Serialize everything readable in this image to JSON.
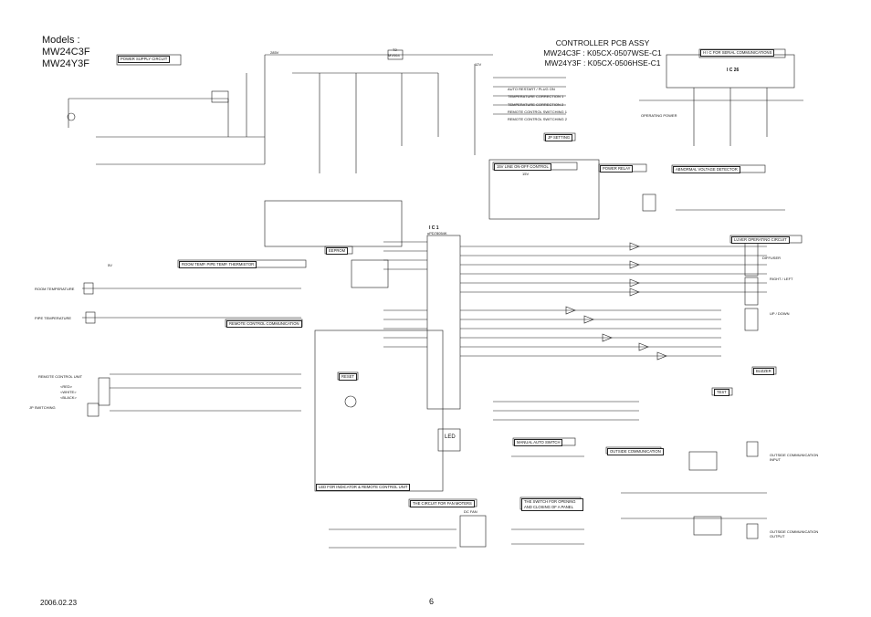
{
  "models": {
    "heading": "Models :",
    "m1": "MW24C3F",
    "m2": "MW24Y3F"
  },
  "header": {
    "title": "CONTROLLER PCB ASSY",
    "line1": "MW24C3F : K05CX-0507WSE-C1",
    "line2": "MW24Y3F : K05CX-0506HSE-C1"
  },
  "blocks": {
    "power_supply": "POWER SUPPLY CIRCUIT",
    "hic_serial": "H I C FOR SERIAL COMMUNICATIONS",
    "jp_setting": "JP SETTING",
    "on_off_control": "15V LINE ON-OFF CONTROL",
    "power_relay": "POWER RELAY",
    "abnormal_voltage": "ABNORMAL VOLTAGE DETECTOR",
    "eeprom": "EEPROM",
    "louver": "LUVER OPERATING CIRCUIT",
    "room_temp_thermistor": "ROOM TEMP. PIPE TEMP. THERMISTOR",
    "remote_comm": "REMOTE CONTROL COMMUNICATION",
    "reset": "RESET",
    "test": "TEST",
    "buzzer": "BUZZER",
    "manual_auto": "MANUAL AUTO SWITCH",
    "outside_comm": "OUTSIDE COMMUNICATION",
    "led_indicator": "LED FOR INDICATOR & REMOTE CONTROL UNIT",
    "fan_motors": "THE CIRCUIT FOR FAN MOTERS",
    "panel_switch": "THE SWITCH FOR OPENING AND CLOSING OF A PANEL"
  },
  "labels": {
    "room_temperature": "ROOM TEMPERATURE",
    "pipe_temperature": "PIPE TEMPERATURE",
    "remote_control_unit": "REMOTE CONTROL UNIT",
    "red": "<RED>",
    "white": "<WHITE>",
    "black": "<BLACK>",
    "jp_switching": "JP SWITCHING",
    "diffuser": "DIFFUSER",
    "right_left": "RIGHT / LEFT",
    "up_down": "UP / DOWN",
    "oc_input": "OUTSIDE COMMUNICATION INPUT",
    "oc_output": "OUTSIDE COMMUNICATION OUTPUT",
    "dc_fan": "DC FAN",
    "led": "LED",
    "operating_power": "OPERATING POWER",
    "auto_restart": "AUTO RESTART / PLUG ON",
    "temp_correction1": "TEMPERATURE CORRECTION 1",
    "temp_correction2": "TEMPERATURE CORRECTION 2",
    "remote_switching1": "REMOTE CONTROL SWITCHING 1",
    "remote_switching2": "REMOTE CONTROL SWITCHING 2",
    "ic1": "I C 1",
    "ic1_part": "uPD78054K",
    "ic26": "I C 26",
    "t2": "T2",
    "t2_part": "MV064",
    "v_285": "285V",
    "v_12": "12V",
    "v_5": "5V",
    "v_15": "15V"
  },
  "footer": {
    "date": "2006.02.23",
    "page": "6"
  }
}
